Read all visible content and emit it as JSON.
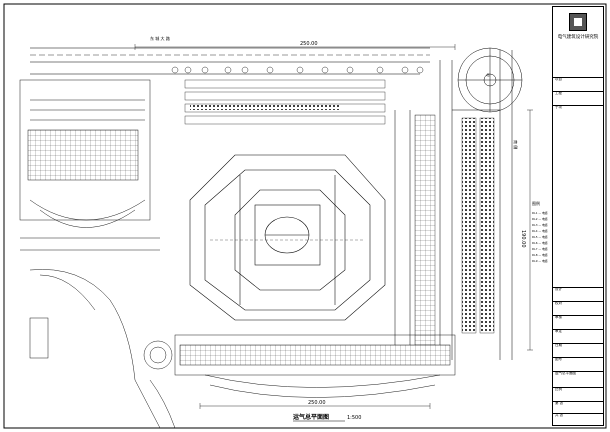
{
  "drawing": {
    "title": "运气总平面图",
    "scale": "1:500",
    "dim_top": "250.00",
    "dim_bottom": "250.00",
    "dim_right": "190.00",
    "road_top_label": "东  城  大  路",
    "road_right_label": "南  侧",
    "north_label": "北"
  },
  "legend": {
    "heading": "图例",
    "items": [
      "DL1 — 电缆",
      "DL2 — 电缆",
      "DL3 — 电缆",
      "DL4 — 电缆",
      "DL5 — 电缆",
      "DL6 — 电缆",
      "DL7 — 电缆",
      "DL8 — 电缆",
      "DL9 — 电缆"
    ]
  },
  "title_block": {
    "company": "电气建筑设计研究院",
    "rows": [
      "项目",
      "工程",
      "子项",
      "设计",
      "校对",
      "审核",
      "审定",
      "日期",
      "图号",
      "运气总平面图",
      "比例",
      "第  张",
      "共  张"
    ]
  }
}
